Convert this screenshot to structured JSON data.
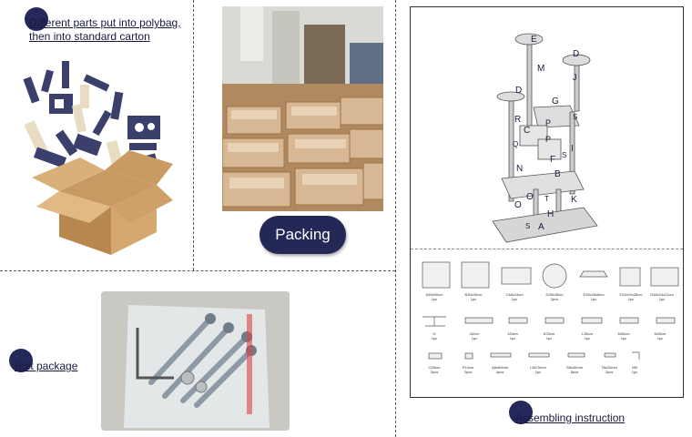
{
  "panels": {
    "polybag_caption_line1": "Different parts put into polybag,",
    "polybag_caption_line2": "then into standard carton",
    "packing_label": "Packing",
    "bolt_caption": "Bolt package",
    "assembling_caption": "Assembling instruction"
  },
  "instruction": {
    "part_letters": [
      "E",
      "D",
      "M",
      "J",
      "D",
      "G",
      "S",
      "R",
      "P",
      "C",
      "P",
      "Q",
      "I",
      "S",
      "F",
      "N",
      "B",
      "O",
      "K",
      "O",
      "T",
      "H",
      "S",
      "A"
    ],
    "parts_row1": [
      {
        "label": "A50x50cm",
        "qty": "1pc"
      },
      {
        "label": "B30x30cm",
        "qty": "1pc"
      },
      {
        "label": "C48x24cm",
        "qty": "1pc"
      },
      {
        "label": "D28x28cm",
        "qty": "2pcs"
      },
      {
        "label": "E28x28x8cm",
        "qty": "1pc"
      },
      {
        "label": "F24x24x28cm",
        "qty": "1pc"
      },
      {
        "label": "G48x24x21cm",
        "qty": "1pc"
      }
    ],
    "parts_row2": [
      {
        "label": "H",
        "qty": "1pc"
      },
      {
        "label": "I42cm",
        "qty": "1pc"
      },
      {
        "label": "J25cm",
        "qty": "1pc"
      },
      {
        "label": "K25cm",
        "qty": "1pc"
      },
      {
        "label": "L35cm",
        "qty": "1pc"
      },
      {
        "label": "M30cm",
        "qty": "1pc"
      },
      {
        "label": "N30cm",
        "qty": "1pc"
      }
    ],
    "parts_row3": [
      {
        "label": "O25cm",
        "qty": "2pcs"
      },
      {
        "label": "P10cm",
        "qty": "2pcs"
      },
      {
        "label": "Q8x80mm",
        "qty": "4pcs"
      },
      {
        "label": "L8x70mm",
        "qty": "1pc"
      },
      {
        "label": "S8x40mm",
        "qty": "8pcs"
      },
      {
        "label": "T8x20mm",
        "qty": "2pcs"
      },
      {
        "label": "M5",
        "qty": "1pc"
      }
    ]
  }
}
